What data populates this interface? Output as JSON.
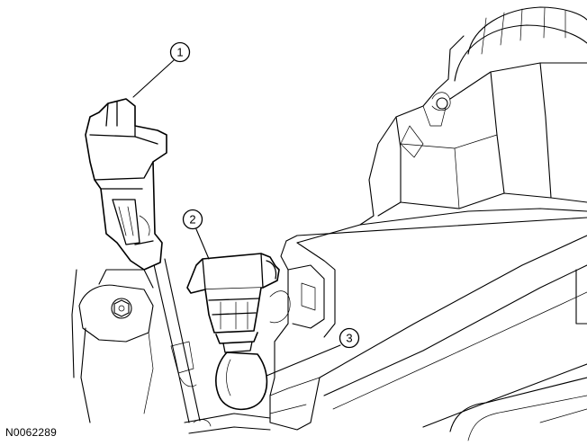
{
  "figure_id": "N0062289",
  "callouts": [
    {
      "number": "1"
    },
    {
      "number": "2"
    },
    {
      "number": "3"
    }
  ]
}
